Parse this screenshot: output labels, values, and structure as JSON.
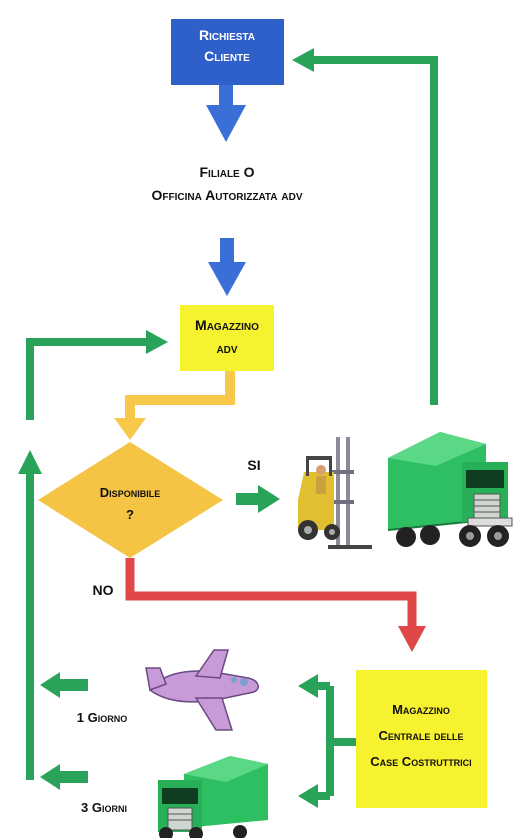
{
  "nodes": {
    "richiesta": {
      "line1": "Richiesta",
      "line2": "Cliente"
    },
    "filiale": {
      "line1": "Filiale O",
      "line2": "Officina Autorizzata adv"
    },
    "magazzino_adv": {
      "line1": "Magazzino",
      "line2": "adv"
    },
    "disponibile": {
      "line1": "Disponibile",
      "line2": "?"
    },
    "magazzino_centrale": {
      "line1": "Magazzino",
      "line2": "Centrale delle",
      "line3": "Case Costruttrici"
    }
  },
  "labels": {
    "si": "SI",
    "no": "NO",
    "giorno1": "1 Giorno",
    "giorni3": "3 Giorni"
  },
  "colors": {
    "blue_box": "#2f5fc8",
    "blue_arrow": "#3a6fd8",
    "yellow_box": "#f6f230",
    "orange_diamond": "#f5c445",
    "orange_arrow": "#f7c84a",
    "green_arrow": "#2aa35a",
    "red_arrow": "#e04848",
    "truck_green": "#2fbf63",
    "plane_purple": "#c89ad8"
  },
  "icons": [
    "forklift-icon",
    "truck-icon",
    "airplane-icon"
  ]
}
